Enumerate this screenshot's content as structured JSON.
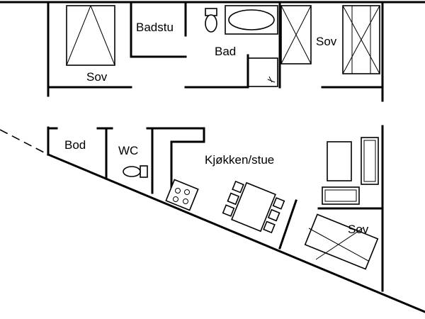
{
  "rooms": {
    "sov_top_left": "Sov",
    "badstu": "Badstu",
    "bad": "Bad",
    "sov_top_right": "Sov",
    "bod": "Bod",
    "wc": "WC",
    "kjokken_stue": "Kjøkken/stue",
    "sov_bottom_right": "Sov"
  }
}
